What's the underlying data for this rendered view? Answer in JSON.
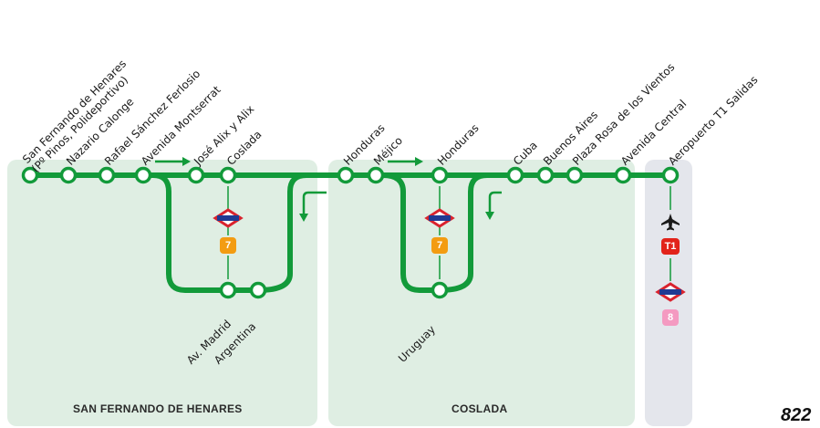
{
  "zones": {
    "san_fernando": "SAN FERNANDO DE HENARES",
    "coslada": "COSLADA"
  },
  "stops": {
    "san_fernando_line1": "San Fernando de Henares",
    "san_fernando_line2": "(Pº Pinos, Polideportivo)",
    "nazario_calonge": "Nazario Calonge",
    "rafael_sanchez_ferlosio": "Rafael Sánchez Ferlosio",
    "avenida_montserrat": "Avenida Montserrat",
    "jose_alix_y_alix": "José Alix y Alix",
    "coslada": "Coslada",
    "honduras_1": "Honduras",
    "mejico": "Méjico",
    "honduras_2": "Honduras",
    "cuba": "Cuba",
    "buenos_aires": "Buenos Aires",
    "plaza_rosa_de_los_vientos": "Plaza Rosa de los Vientos",
    "avenida_central": "Avenida Central",
    "aeropuerto_t1_salidas": "Aeropuerto T1 Salidas",
    "av_madrid": "Av. Madrid",
    "argentina": "Argentina",
    "uruguay": "Uruguay"
  },
  "connections": {
    "metro_line_coslada": "7",
    "metro_line_honduras": "7",
    "terminal": "T1",
    "metro_line_airport": "8",
    "metro_icon": "metro-logo-icon",
    "plane_icon": "plane-icon"
  },
  "colors": {
    "line_green": "#129a3a",
    "zone_fill": "#dfeee3",
    "airport_fill": "#e4e6ec",
    "metro_orange": "#f39c12",
    "metro_pink": "#f49ac1",
    "terminal_red": "#e2231a",
    "metro_logo_red": "#d9232e",
    "metro_logo_blue": "#1f3a93"
  },
  "route_number": "822"
}
